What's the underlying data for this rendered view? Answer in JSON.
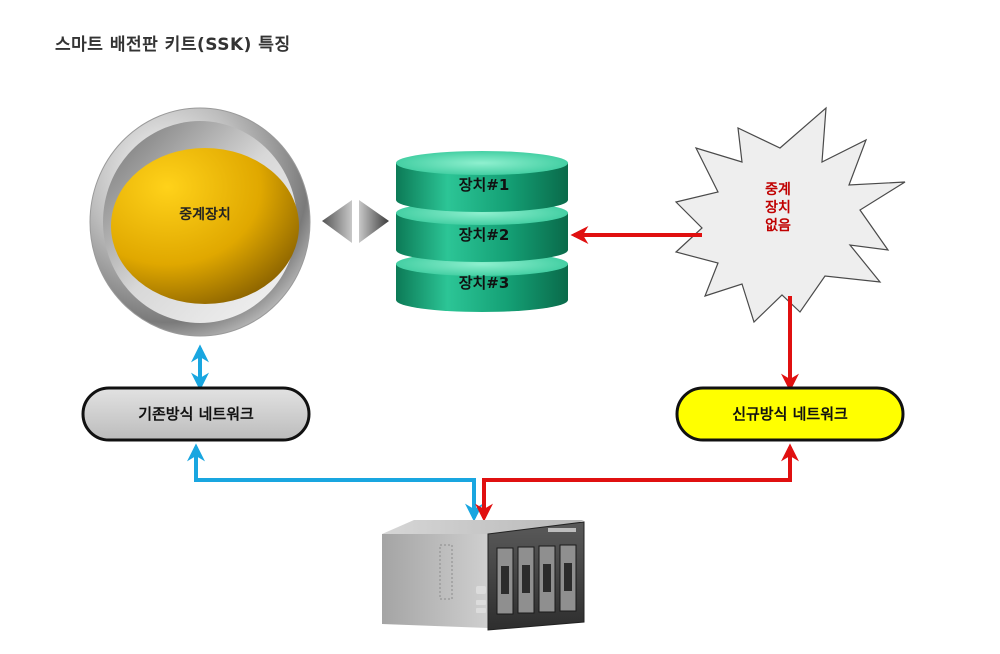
{
  "title": "스마트 배전판 키트(SSK)  특징",
  "relay": {
    "label": "중계장치"
  },
  "devices": [
    {
      "label": "장치#1"
    },
    {
      "label": "장치#2"
    },
    {
      "label": "장치#3"
    }
  ],
  "no_relay": {
    "line1": "중계",
    "line2": "장치",
    "line3": "없음"
  },
  "networks": {
    "legacy": {
      "label": "기존방식 네트워크"
    },
    "new": {
      "label": "신규방식 네트워크"
    }
  },
  "icons": {
    "relay_device_link": "double-triangle-arrow-icon",
    "server": "nas-server-icon"
  },
  "colors": {
    "legacy_arrow": "#19a6e0",
    "new_arrow": "#e01010",
    "new_network_fill": "#ffff00",
    "legacy_network_fill": "#d0d0d0",
    "device_teal": "#1fb58a",
    "relay_gold": "#e6b400",
    "no_relay_text": "#c00000"
  }
}
